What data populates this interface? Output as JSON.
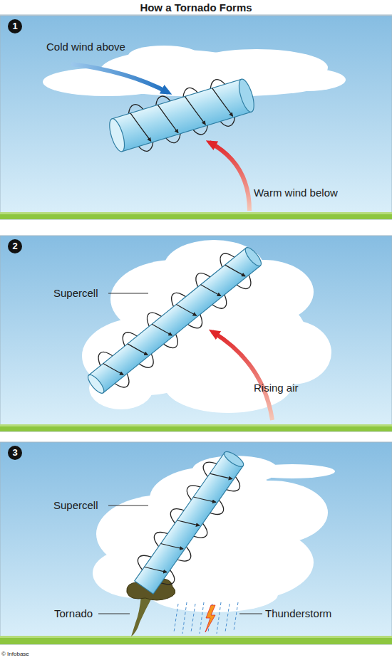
{
  "diagram": {
    "title": "How a Tornado Forms",
    "nodes": [
      {
        "text": [
          "1"
        ]
      },
      {
        "text": [
          "2"
        ]
      },
      {
        "text": [
          "3"
        ]
      }
    ],
    "labels": [
      "Cold wind above",
      "Warm wind below",
      "Supercell",
      "Rising air",
      "Supercell",
      "Tornado",
      "Thunderstorm",
      "© Infobase"
    ]
  }
}
